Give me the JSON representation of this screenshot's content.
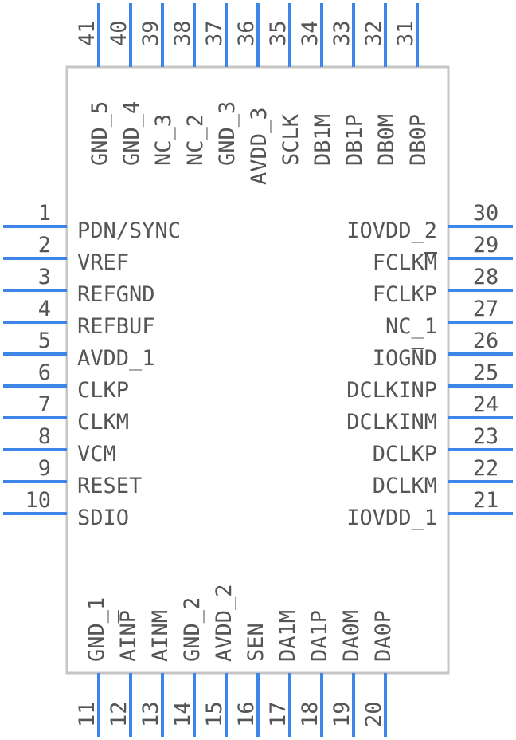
{
  "colors": {
    "pin": "#3d86e8",
    "body_outline": "#c6c6c6",
    "text": "#555555"
  },
  "pins": {
    "left": [
      {
        "num": "1",
        "label": "PDN/SYNC"
      },
      {
        "num": "2",
        "label": "VREF"
      },
      {
        "num": "3",
        "label": "REFGND"
      },
      {
        "num": "4",
        "label": "REFBUF"
      },
      {
        "num": "5",
        "label": "AVDD_1"
      },
      {
        "num": "6",
        "label": "CLKP"
      },
      {
        "num": "7",
        "label": "CLKM"
      },
      {
        "num": "8",
        "label": "VCM"
      },
      {
        "num": "9",
        "label": "RESET"
      },
      {
        "num": "10",
        "label": "SDIO"
      }
    ],
    "bottom": [
      {
        "num": "11",
        "label": "GND_1"
      },
      {
        "num": "12",
        "label": "AINP"
      },
      {
        "num": "13",
        "label": "AINM"
      },
      {
        "num": "14",
        "label": "GND_2"
      },
      {
        "num": "15",
        "label": "AVDD_2"
      },
      {
        "num": "16",
        "label": "SEN"
      },
      {
        "num": "17",
        "label": "DA1M"
      },
      {
        "num": "18",
        "label": "DA1P"
      },
      {
        "num": "19",
        "label": "DA0M"
      },
      {
        "num": "20",
        "label": "DA0P"
      }
    ],
    "right": [
      {
        "num": "21",
        "label": "IOVDD_1"
      },
      {
        "num": "22",
        "label": "DCLKM"
      },
      {
        "num": "23",
        "label": "DCLKP"
      },
      {
        "num": "24",
        "label": "DCLKINM"
      },
      {
        "num": "25",
        "label": "DCLKINP"
      },
      {
        "num": "26",
        "label": "IOGND"
      },
      {
        "num": "27",
        "label": "NC_1"
      },
      {
        "num": "28",
        "label": "FCLKP"
      },
      {
        "num": "29",
        "label": "FCLKM"
      },
      {
        "num": "30",
        "label": "IOVDD_2"
      }
    ],
    "top": [
      {
        "num": "31",
        "label": "DB0P"
      },
      {
        "num": "32",
        "label": "DB0M"
      },
      {
        "num": "33",
        "label": "DB1P"
      },
      {
        "num": "34",
        "label": "DB1M"
      },
      {
        "num": "35",
        "label": "SCLK"
      },
      {
        "num": "36",
        "label": "AVDD_3"
      },
      {
        "num": "37",
        "label": "GND_3"
      },
      {
        "num": "38",
        "label": "NC_2"
      },
      {
        "num": "39",
        "label": "NC_3"
      },
      {
        "num": "40",
        "label": "GND_4"
      },
      {
        "num": "41",
        "label": "GND_5"
      }
    ]
  }
}
